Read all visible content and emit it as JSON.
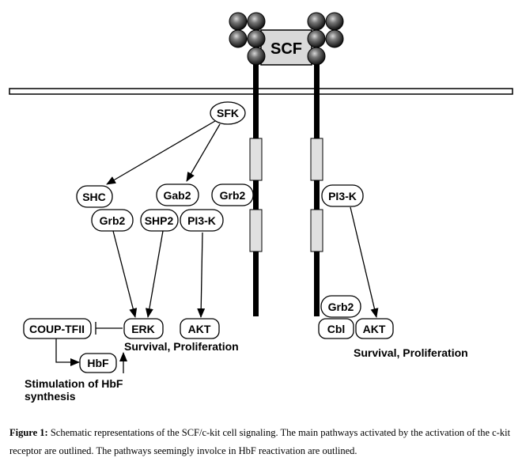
{
  "ligand": {
    "label": "SCF"
  },
  "nodes": {
    "sfk": "SFK",
    "shc": "SHC",
    "grb2_left": "Grb2",
    "gab2": "Gab2",
    "shp2": "SHP2",
    "pi3k_left": "PI3-K",
    "grb2_receptor": "Grb2",
    "pi3k_right": "PI3-K",
    "coup_tfii": "COUP-TFII",
    "erk": "ERK",
    "akt_left": "AKT",
    "hbf": "HbF",
    "grb2_cbl": "Grb2",
    "cbl": "Cbl",
    "akt_right": "AKT"
  },
  "labels": {
    "survival_left": "Survival, Proliferation",
    "survival_right": "Survival, Proliferation",
    "stimulation_line1": "Stimulation of HbF",
    "stimulation_line2": "synthesis"
  },
  "caption": {
    "label": "Figure 1:",
    "text": "Schematic representations of the SCF/c-kit cell signaling.  The main pathways activated by the activation of the c-kit receptor are outlined. The pathways seemingly involce in HbF reactivation are outlined."
  }
}
